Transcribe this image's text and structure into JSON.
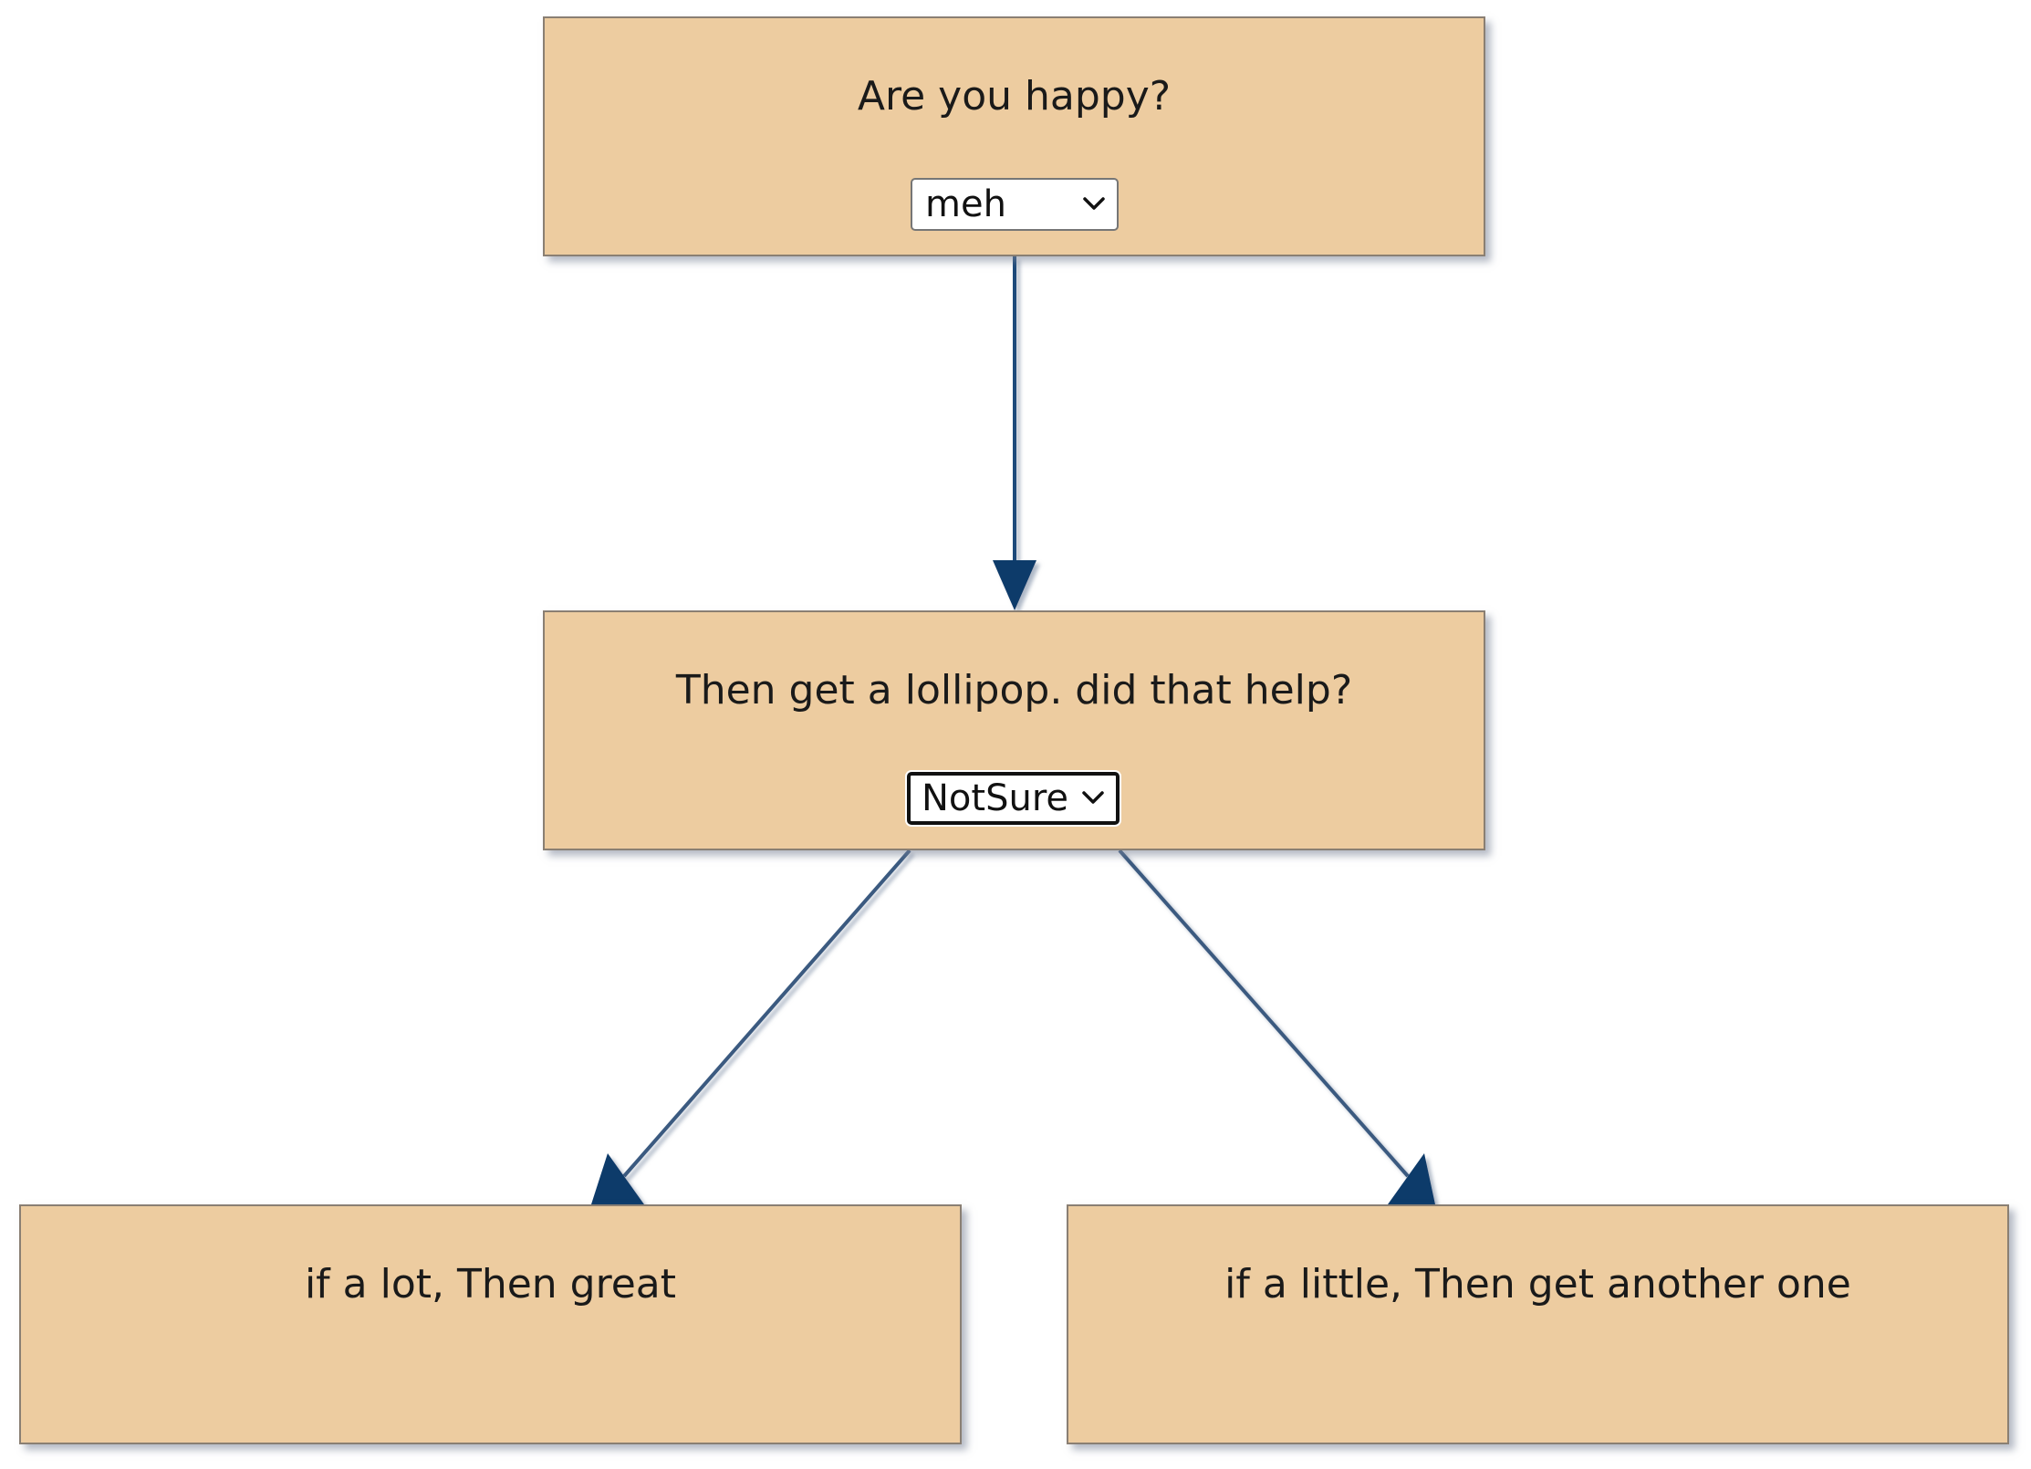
{
  "colors": {
    "node_fill": "#edcca0",
    "edge": "#1a4a7a",
    "arrowhead": "#0d3a6b"
  },
  "nodes": [
    {
      "id": "node-1",
      "label": "Are you happy?",
      "select_value": "meh"
    },
    {
      "id": "node-2",
      "label": "Then get a lollipop. did that help?",
      "select_value": "NotSure"
    },
    {
      "id": "node-3",
      "label": "if a lot, Then great"
    },
    {
      "id": "node-4",
      "label": "if a little, Then get another one"
    }
  ],
  "edges": [
    {
      "from": "node-1",
      "to": "node-2"
    },
    {
      "from": "node-2",
      "to": "node-3"
    },
    {
      "from": "node-2",
      "to": "node-4"
    }
  ],
  "icons": {
    "dropdown": "chevron-down-icon"
  }
}
